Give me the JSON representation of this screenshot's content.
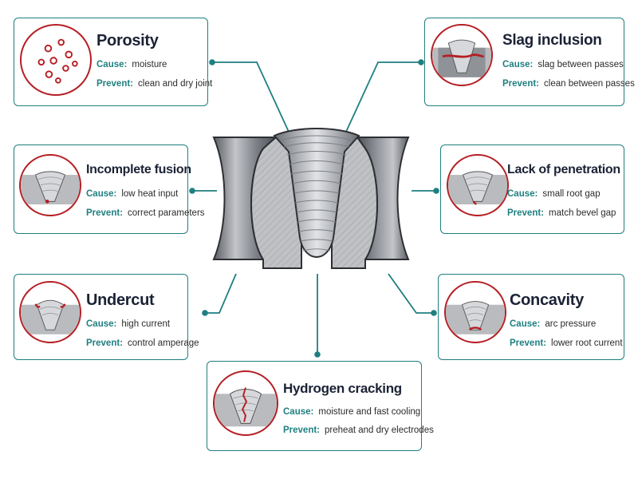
{
  "labels": {
    "cause": "Cause:",
    "prevent": "Prevent:"
  },
  "colors": {
    "accent": "#1f7f80",
    "defect": "#b51f24",
    "title": "#1b2235",
    "metal_dark": "#5d6066",
    "metal_light": "#c9cbce"
  },
  "defects": [
    {
      "id": "porosity",
      "title": "Porosity",
      "icon": "porosity-icon",
      "cause": "moisture",
      "prevent": "clean and dry joint"
    },
    {
      "id": "slag-inclusion",
      "title": "Slag inclusion",
      "icon": "slag-inclusion-icon",
      "cause": "slag between passes",
      "prevent": "clean between passes"
    },
    {
      "id": "incomplete-fusion",
      "title": "Incomplete fusion",
      "icon": "incomplete-fusion-icon",
      "cause": "low heat input",
      "prevent": "correct parameters"
    },
    {
      "id": "lack-of-penetration",
      "title": "Lack of penetration",
      "icon": "lack-of-penetration-icon",
      "cause": "small root gap",
      "prevent": "match bevel gap"
    },
    {
      "id": "undercut",
      "title": "Undercut",
      "icon": "undercut-icon",
      "cause": "high current",
      "prevent": "control amperage"
    },
    {
      "id": "concavity",
      "title": "Concavity",
      "icon": "concavity-icon",
      "cause": "arc pressure",
      "prevent": "lower root current"
    },
    {
      "id": "hydrogen-cracking",
      "title": "Hydrogen cracking",
      "icon": "hydrogen-cracking-icon",
      "cause": "moisture and fast cooling",
      "prevent": "preheat and dry electrodes"
    }
  ]
}
